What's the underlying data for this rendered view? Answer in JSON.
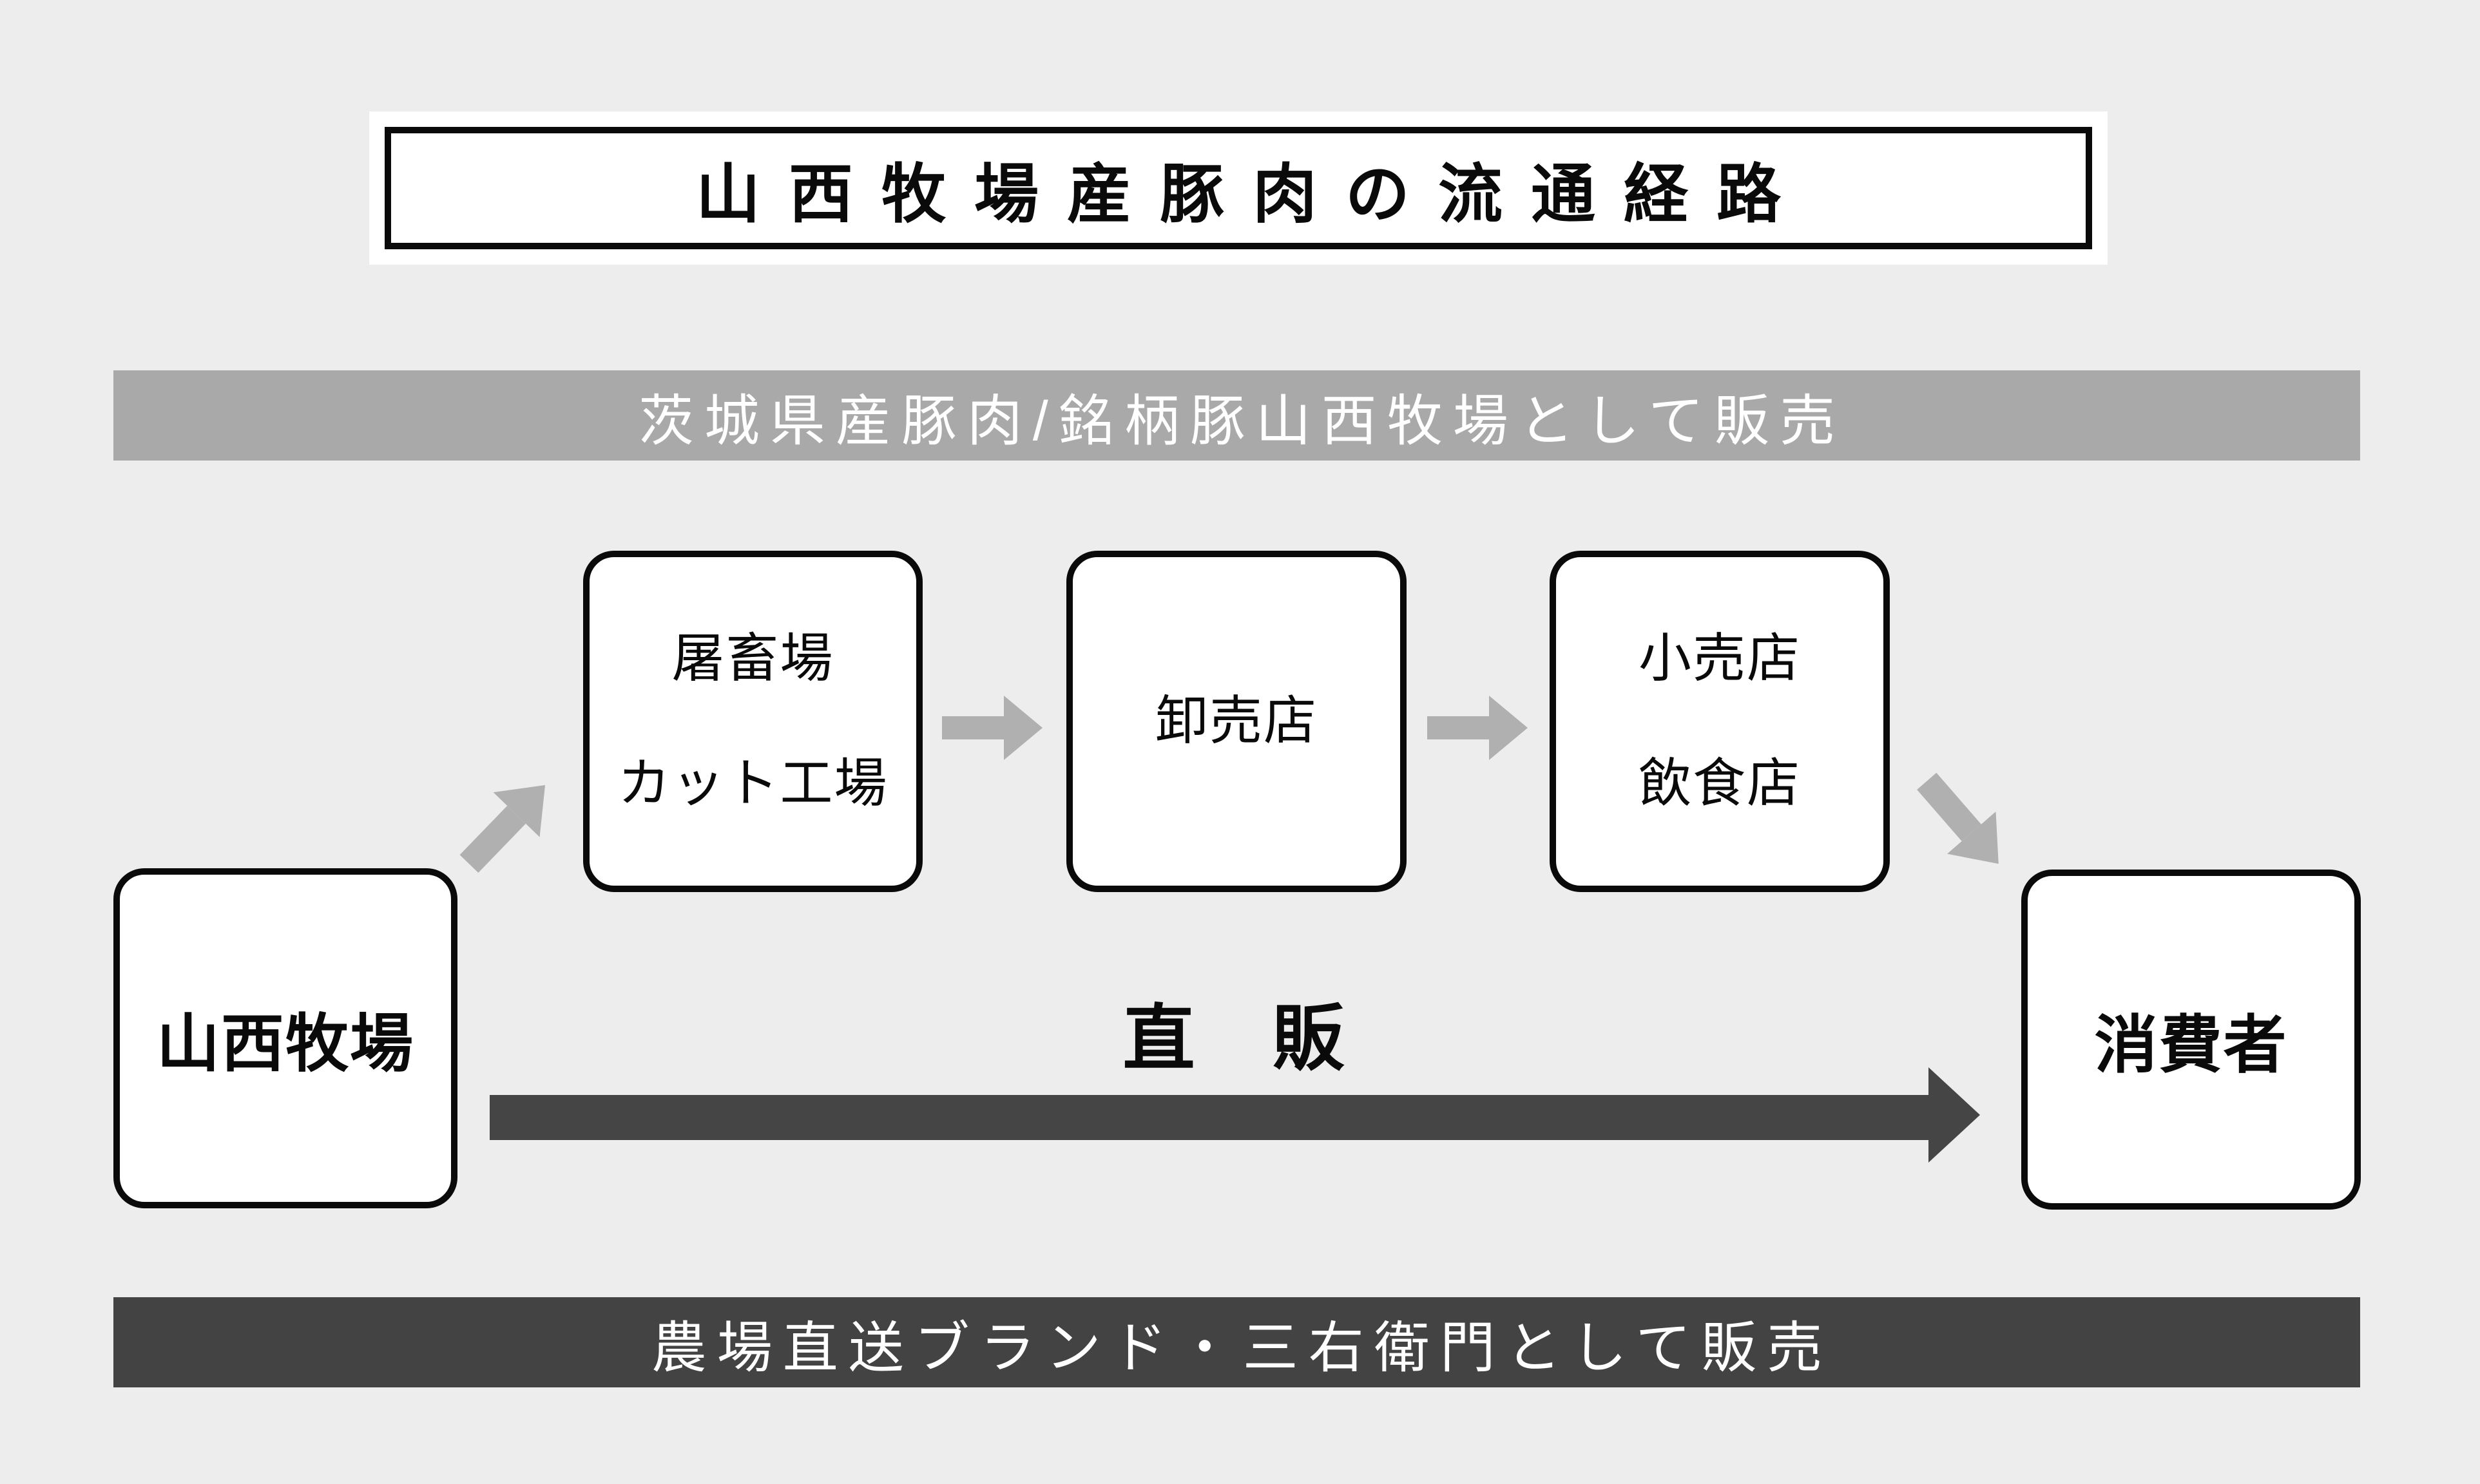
{
  "title": "山西牧場産豚肉の流通経路",
  "top_banner": {
    "text": "茨城県産豚肉/銘柄豚山西牧場として販売",
    "bg_color": "#a9a9a9",
    "text_color": "#ffffff"
  },
  "bottom_banner": {
    "text": "農場直送ブランド・三右衛門として販売",
    "bg_color": "#434343",
    "text_color": "#ffffff"
  },
  "nodes": {
    "farm": {
      "label": "山西牧場"
    },
    "slaughter": {
      "line1": "屠畜場",
      "line2": "カット工場"
    },
    "wholesale": {
      "label": "卸売店"
    },
    "retail": {
      "line1": "小売店",
      "line2": "飲食店"
    },
    "consumer": {
      "label": "消費者"
    }
  },
  "direct_sales": {
    "label": "直　販"
  },
  "colors": {
    "background": "#ededed",
    "box_border": "#0a0a0a",
    "gray_arrow": "#b0b0b0",
    "dark_arrow": "#454545"
  }
}
